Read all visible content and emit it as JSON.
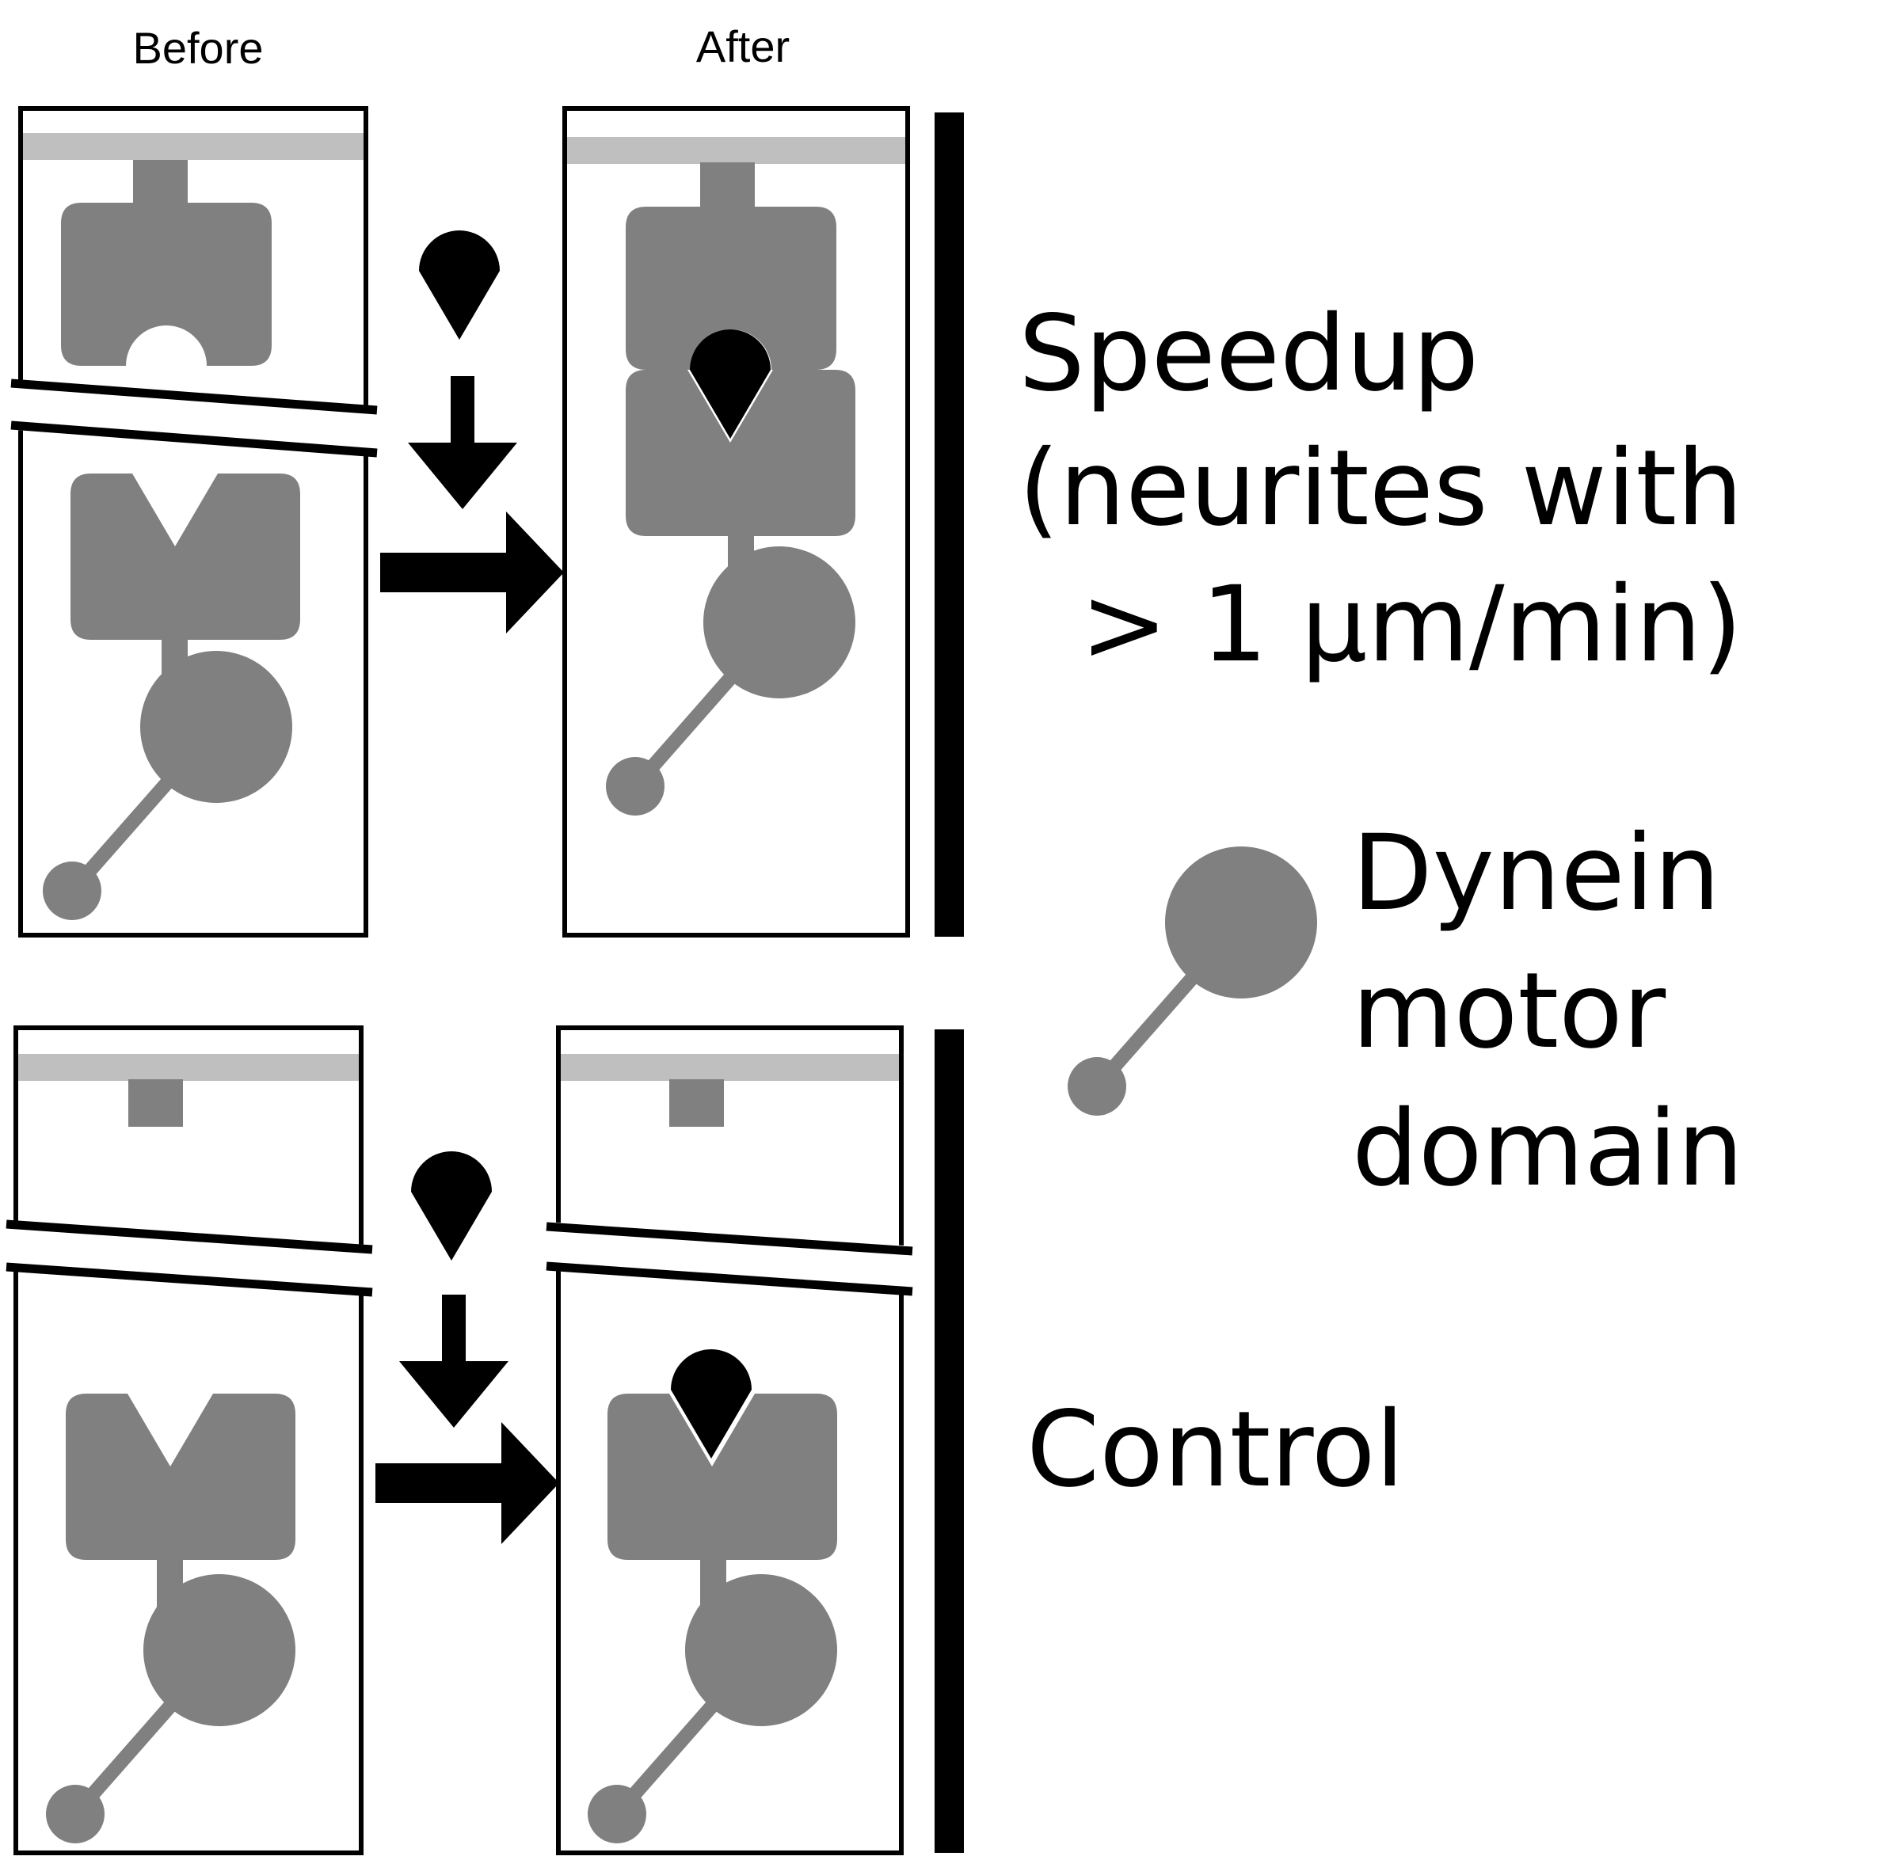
{
  "columns": {
    "before": "Before",
    "after": "After"
  },
  "panels": {
    "speedup": {
      "label_lines": [
        "Speedup",
        "(neurites with",
        "> 1 µm/min)"
      ]
    },
    "control": {
      "label_lines": [
        "Control"
      ]
    }
  },
  "legend": {
    "label_lines": [
      "Dynein",
      "motor",
      "domain"
    ],
    "icon": "dynein-motor-domain-icon"
  },
  "colors": {
    "protein": "#808080",
    "membrane": "#bfbfbf",
    "ligand": "#000000",
    "outline": "#000000",
    "background": "#ffffff"
  }
}
